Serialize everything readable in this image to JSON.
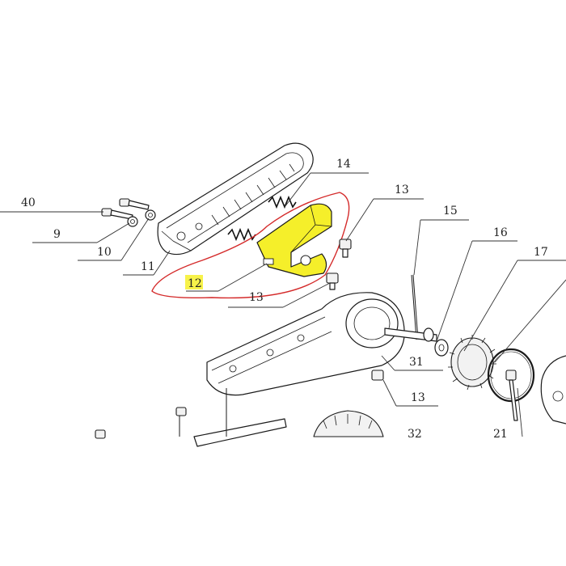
{
  "labels": {
    "l40": "40",
    "l9": "9",
    "l10": "10",
    "l11": "11",
    "l12": "12",
    "l13a": "13",
    "l13b": "13",
    "l13c": "13",
    "l14": "14",
    "l15": "15",
    "l16": "16",
    "l17": "17",
    "l31": "31",
    "l32": "32",
    "l21": "21"
  },
  "colors": {
    "highlight": "#f5ef2a",
    "highlight_label": "#f7f24a",
    "circle_outline": "#d42a2a"
  },
  "highlighted_part": "12"
}
